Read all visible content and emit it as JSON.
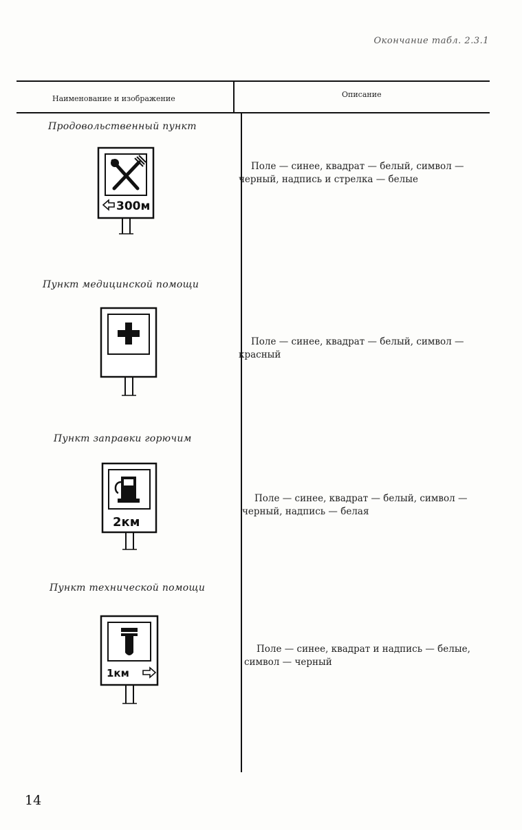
{
  "header": {
    "continuation": "Окончание табл. 2.3.1"
  },
  "columns": {
    "left": "Наименование и изображение",
    "right": "Описание"
  },
  "rows": [
    {
      "name": "Продовольственный пункт",
      "sign_icon": "fork-knife-icon",
      "sign_text": "300м",
      "arrow": "left-arrow-icon",
      "description": "Поле — синее, квадрат — белый, символ — черный, надпись и стрелка — белые"
    },
    {
      "name": "Пункт медицинской помощи",
      "sign_icon": "red-cross-icon",
      "description": "Поле — синее, квадрат — белый, символ — красный"
    },
    {
      "name": "Пункт заправки горючим",
      "sign_icon": "fuel-pump-icon",
      "sign_text": "2км",
      "description": "Поле — синее, квадрат — белый, символ — черный, надпись — белая"
    },
    {
      "name": "Пункт технической помощи",
      "sign_icon": "wrench-icon",
      "sign_text": "1км",
      "arrow": "right-arrow-icon",
      "description": "Поле — синее, квадрат и надпись — белые, символ — черный"
    }
  ],
  "page_number": "14"
}
